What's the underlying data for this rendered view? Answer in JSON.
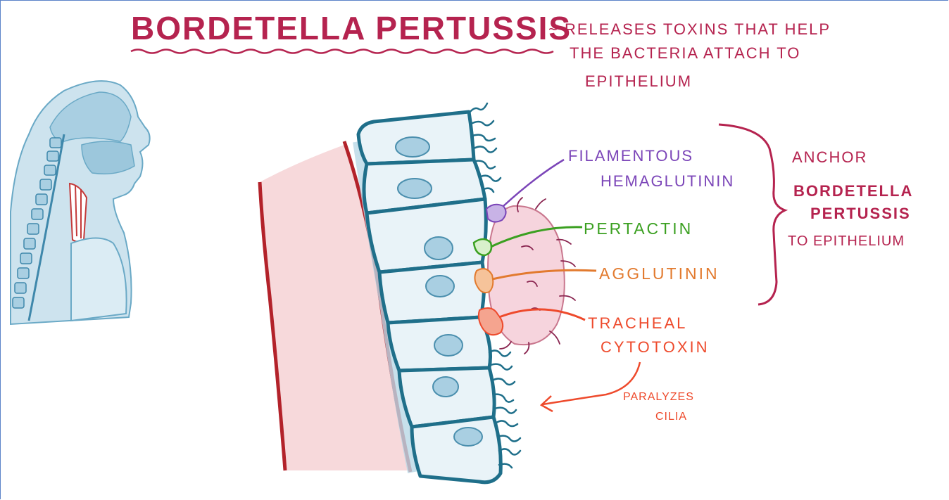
{
  "title": "BORDETELLA PERTUSSIS",
  "subtitle_lines": [
    "~ RELEASES TOXINS THAT HELP",
    "THE BACTERIA ATTACH TO",
    "EPITHELIUM"
  ],
  "labels": {
    "filamentous_1": "FILAMENTOUS",
    "filamentous_2": "HEMAGLUTININ",
    "pertactin": "PERTACTIN",
    "agglutinin": "AGGLUTININ",
    "tracheal_1": "TRACHEAL",
    "tracheal_2": "CYTOTOXIN",
    "paralyzes_1": "PARALYZES",
    "paralyzes_2": "CILIA"
  },
  "anchor_lines": [
    "ANCHOR",
    "BORDETELLA",
    "PERTUSSIS",
    "TO EPITHELIUM"
  ],
  "colors": {
    "title": "#b5234f",
    "filamentous": "#7b45b8",
    "pertactin": "#3ba021",
    "agglutinin": "#e27a2e",
    "tracheal": "#ee4a2c",
    "cell_outline": "#1f6f8a",
    "cell_fill": "#e9f3f8",
    "tissue": "#f7d9db",
    "vessel": "#b3222a",
    "bacterium": "#f6d4dd"
  }
}
